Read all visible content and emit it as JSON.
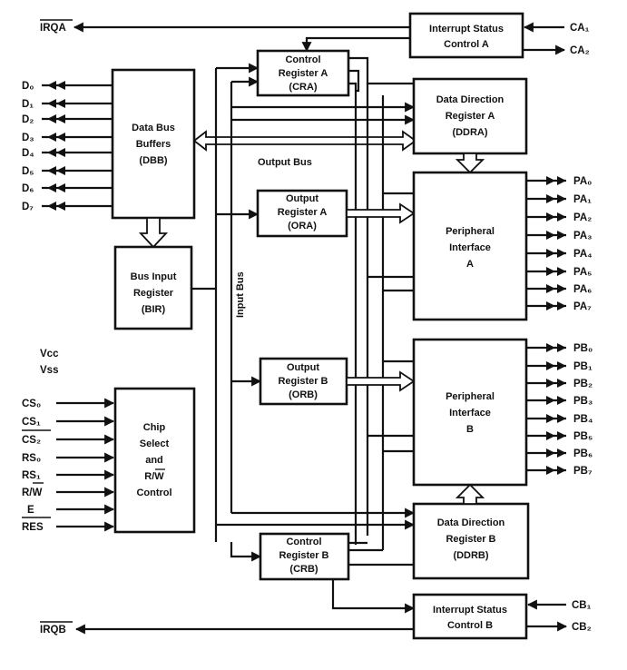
{
  "signals": {
    "irqa": "IRQA",
    "irqb": "IRQB",
    "ca1": "CA₁",
    "ca2": "CA₂",
    "cb1": "CB₁",
    "cb2": "CB₂",
    "vcc": "Vcc",
    "vss": "Vss"
  },
  "data_pins": [
    "D₀",
    "D₁",
    "D₂",
    "D₃",
    "D₄",
    "D₅",
    "D₆",
    "D₇"
  ],
  "pa_pins": [
    "PA₀",
    "PA₁",
    "PA₂",
    "PA₃",
    "PA₄",
    "PA₅",
    "PA₆",
    "PA₇"
  ],
  "pb_pins": [
    "PB₀",
    "PB₁",
    "PB₂",
    "PB₃",
    "PB₄",
    "PB₅",
    "PB₆",
    "PB₇"
  ],
  "cs_pins": [
    "CS₀",
    "CS₁",
    "CS₂",
    "RS₀",
    "RS₁",
    "R/W",
    "E",
    "RES"
  ],
  "blocks": {
    "isca": [
      "Interrupt Status",
      "Control A"
    ],
    "cra": [
      "Control",
      "Register A",
      "(CRA)"
    ],
    "ddra": [
      "Data Direction",
      "Register A",
      "(DDRA)"
    ],
    "dbb": [
      "Data Bus",
      "Buffers",
      "(DBB)"
    ],
    "ora": [
      "Output",
      "Register A",
      "(ORA)"
    ],
    "pia": [
      "Peripheral",
      "Interface",
      "A"
    ],
    "bir": [
      "Bus Input",
      "Register",
      "(BIR)"
    ],
    "orb": [
      "Output",
      "Register B",
      "(ORB)"
    ],
    "pib": [
      "Peripheral",
      "Interface",
      "B"
    ],
    "csc": [
      "Chip",
      "Select",
      "and",
      "R/W",
      "Control"
    ],
    "ddrb": [
      "Data Direction",
      "Register B",
      "(DDRB)"
    ],
    "crb": [
      "Control",
      "Register B",
      "(CRB)"
    ],
    "iscb": [
      "Interrupt Status",
      "Control B"
    ]
  },
  "bus_labels": {
    "output_bus": "Output Bus",
    "input_bus": "Input Bus"
  }
}
